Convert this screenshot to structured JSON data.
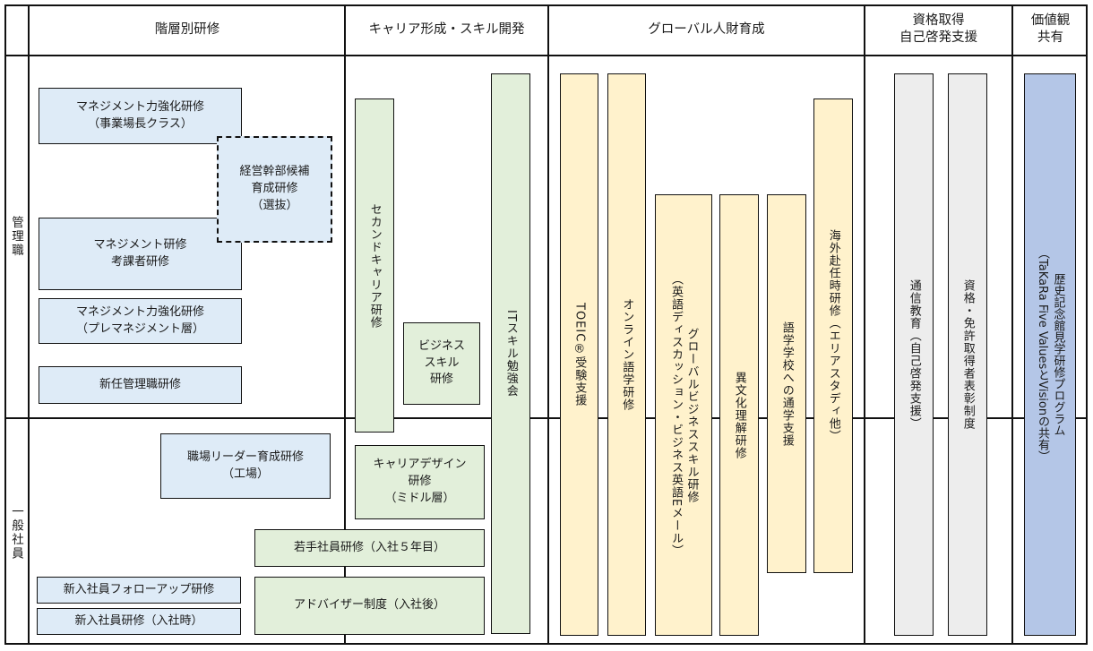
{
  "header": {
    "hierarchy": "階層別研修",
    "career": "キャリア形成・スキル開発",
    "global": "グローバル人財育成",
    "qualification": "資格取得\n自己啓発支援",
    "values": "価値観\n共有"
  },
  "row_labels": {
    "manager": "管理職",
    "general": "一般社員"
  },
  "hierarchy_training": {
    "management_enhance_director": "マネジメント力強化研修\n（事業場長クラス）",
    "executive_candidate": "経営幹部候補\n育成研修\n（選抜）",
    "management_evaluator": "マネジメント研修\n考課者研修",
    "management_enhance_pre": "マネジメント力強化研修\n（プレマネジメント層）",
    "new_manager_training": "新任管理職研修",
    "workplace_leader": "職場リーダー育成研修\n（工場）",
    "newcomer_followup": "新入社員フォローアップ研修",
    "newcomer_training": "新入社員研修（入社時）"
  },
  "career_skill": {
    "second_career": "セカンドキャリア研修",
    "business_skill": "ビジネス\nスキル\n研修",
    "it_skill": "ITスキル勉強会",
    "career_design": "キャリアデザイン\n研修\n（ミドル層）",
    "young_employee": "若手社員研修（入社５年目）",
    "advisor_system": "アドバイザー制度（入社後）"
  },
  "global_training": {
    "toeic_support": "TOEIC®受験支援",
    "online_language": "オンライン語学研修",
    "global_business_skill": "グローバルビジネススキル研修\n（英語ディスカッション・ビジネス英語Eメール）",
    "cross_culture": "異文化理解研修",
    "language_school": "語学学校への通学支援",
    "overseas_assignment": "海外赴任時研修（エリアスタディ他）"
  },
  "qualification_support": {
    "correspondence_education": "通信教育（自己啓発支援）",
    "license_award": "資格・免許取得者表彰制度"
  },
  "values_sharing": {
    "history_museum_program": "歴史記念館見学研修プログラム\n（TaKaRa Five ValuesとVisionの共有）"
  },
  "colors": {
    "hierarchy_blue": "#deebf7",
    "career_green": "#e2efda",
    "global_yellow": "#fff2cc",
    "qualification_gray": "#ededed",
    "values_blue": "#b4c6e7",
    "line": "#111111"
  }
}
